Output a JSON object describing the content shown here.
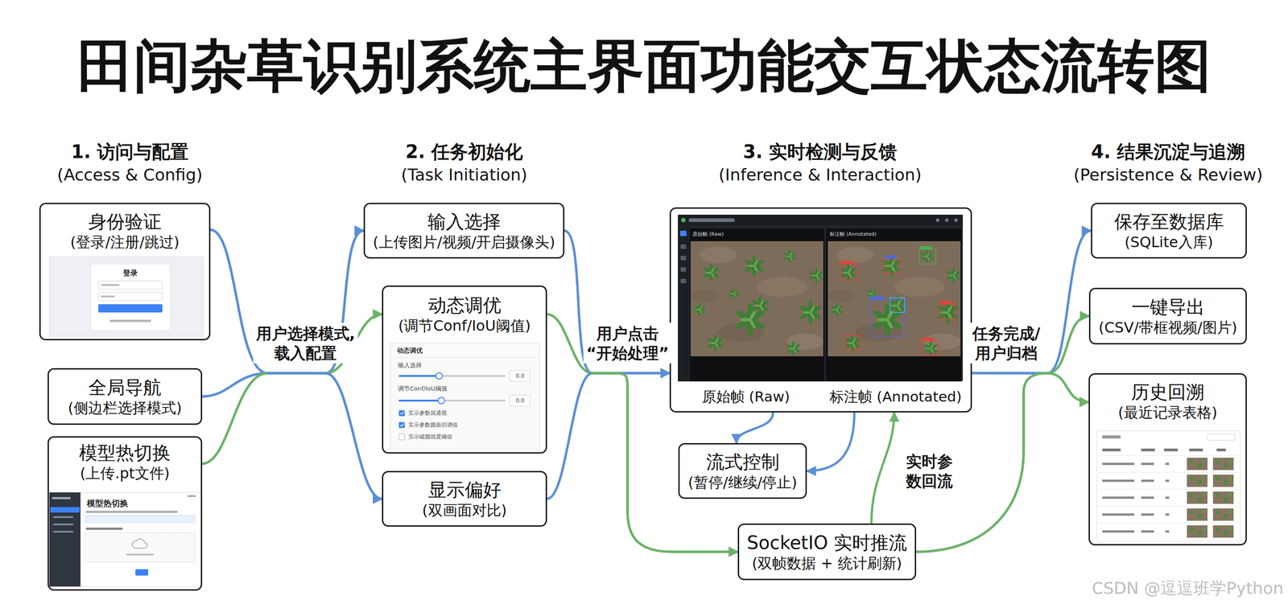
{
  "diagram": {
    "title": "田间杂草识别系统主界面功能交互状态流转图",
    "nodes": [
      {
        "text": [
          "身份验证",
          "(登录/注册/跳过)"
        ]
      },
      {
        "text": [
          "全局导航",
          "(侧边栏选择模式)"
        ]
      },
      {
        "text": [
          "模型热切换",
          "(上传.pt文件)"
        ]
      },
      {
        "text": [
          "输入选择",
          "(上传图片/视频/开启摄像头)"
        ]
      },
      {
        "text": [
          "动态调优",
          "(调节Conf/IoU阈值)"
        ]
      },
      {
        "text": [
          "显示偏好",
          "(双画面对比)"
        ]
      },
      {
        "text": [
          "原始帧 (Raw)",
          "标注帧 (Annotated)"
        ]
      },
      {
        "text": [
          "流式控制",
          "(暂停/继续/停止)"
        ]
      },
      {
        "text": [
          "SocketIO 实时推流",
          "(双帧数据 + 统计刷新)"
        ]
      },
      {
        "text": [
          "保存至数据库",
          "(SQLite入库)"
        ]
      },
      {
        "text": [
          "一键导出",
          "(CSV/带框视频/图片)"
        ]
      },
      {
        "text": [
          "历史回溯",
          "(最近记录表格)"
        ]
      }
    ],
    "edges": [
      {
        "from": 0,
        "to": 3,
        "arrow": "to"
      },
      {
        "from": 0,
        "to": 4,
        "arrow": "to"
      },
      {
        "from": 0,
        "to": 5,
        "arrow": "to"
      },
      {
        "from": 1,
        "to": 3,
        "arrow": "to"
      },
      {
        "from": 1,
        "to": 4,
        "label": "用户选择模式, 载入配置",
        "arrow": "to"
      },
      {
        "from": 1,
        "to": 5,
        "arrow": "to"
      },
      {
        "from": 2,
        "to": 3,
        "arrow": "to"
      },
      {
        "from": 2,
        "to": 4,
        "arrow": "to"
      },
      {
        "from": 2,
        "to": 5,
        "arrow": "to"
      },
      {
        "from": 3,
        "to": 6,
        "arrow": "to"
      },
      {
        "from": 4,
        "to": 6,
        "label": "用户点击 “开始处理”",
        "arrow": "to"
      },
      {
        "from": 5,
        "to": 6,
        "arrow": "to"
      },
      {
        "from": 3,
        "to": 8,
        "arrow": "to"
      },
      {
        "from": 4,
        "to": 8,
        "arrow": "to"
      },
      {
        "from": 5,
        "to": 8,
        "arrow": "to"
      },
      {
        "from": 6,
        "to": 7,
        "arrow": "to"
      },
      {
        "from": 6,
        "to": 7,
        "arrow": "to"
      },
      {
        "from": 8,
        "to": 6,
        "label": "实时参 数回流",
        "arrow": "to"
      },
      {
        "from": 6,
        "to": 9,
        "label": "任务完成/ 用户归档",
        "arrow": "to"
      },
      {
        "from": 6,
        "to": 10,
        "arrow": "to"
      },
      {
        "from": 6,
        "to": 11,
        "arrow": "to"
      },
      {
        "from": 8,
        "to": 9,
        "arrow": "to"
      },
      {
        "from": 8,
        "to": 10,
        "arrow": "to"
      },
      {
        "from": 8,
        "to": 11,
        "arrow": "to"
      }
    ],
    "labels": [
      "1. 访问与配置",
      "(Access & Config)",
      "2. 任务初始化",
      "(Task Initiation)",
      "3. 实时检测与反馈",
      "(Inference & Interaction)",
      "4. 结果沉淀与追溯",
      "(Persistence & Review)",
      "登录",
      "模型热切换",
      "动态调优",
      "输入选择",
      "0.0",
      "调节Conf/IoU阈值",
      "0.0",
      "实示参数就通视",
      "实示参数颜面切调值",
      "实示罐颜就度阈值",
      "原始帧 (Raw)",
      "标注帧 (Annotated)",
      "CSDN @逗逗班学Python"
    ]
  }
}
